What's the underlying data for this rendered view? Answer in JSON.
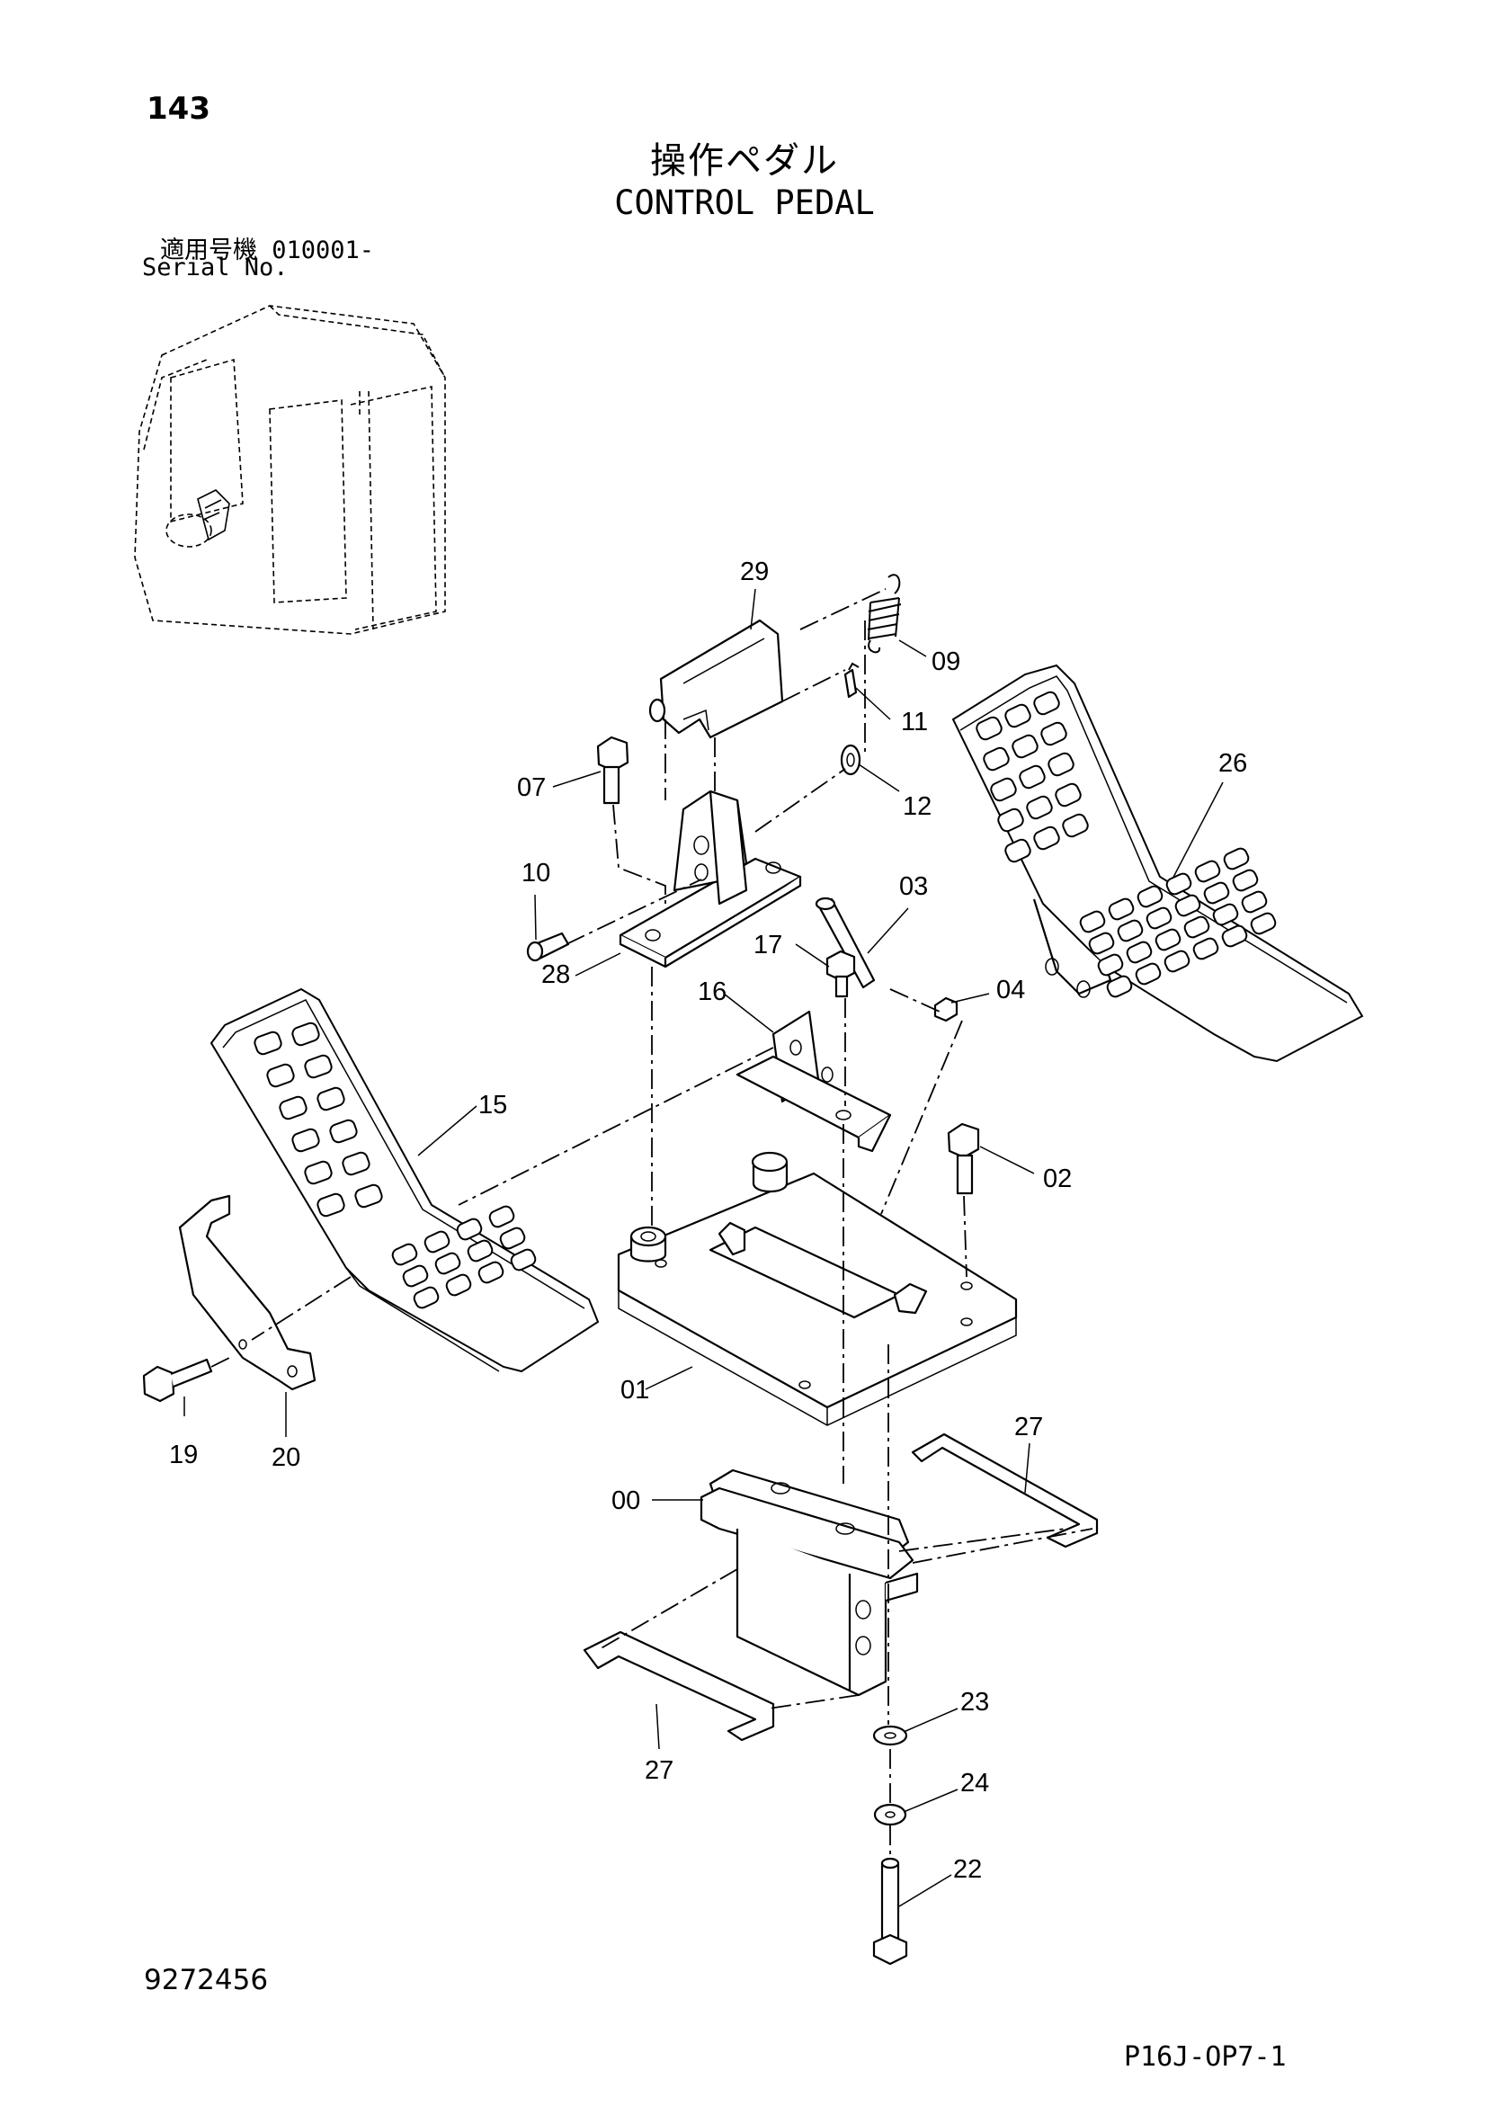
{
  "page_number": "143",
  "title_jp": "操作ペダル",
  "title_en": "CONTROL PEDAL",
  "serial_label_jp": "適用号機",
  "serial_value": "010001-",
  "serial_label_en": "Serial No.",
  "doc_number": "9272456",
  "page_ref": "P16J-OP7-1",
  "callouts": [
    "29",
    "09",
    "11",
    "07",
    "12",
    "26",
    "10",
    "03",
    "28",
    "17",
    "04",
    "16",
    "15",
    "02",
    "01",
    "27",
    "00",
    "19",
    "20",
    "23",
    "27",
    "24",
    "22"
  ]
}
